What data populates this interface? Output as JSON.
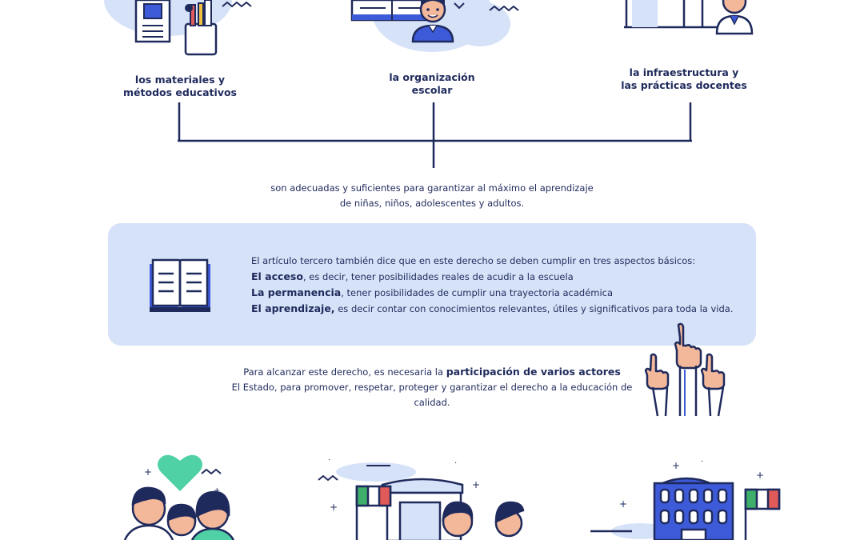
{
  "captions": {
    "materiales_line1": "los materiales y",
    "materiales_line2": "métodos educativos",
    "organizacion_line1": "la organización",
    "organizacion_line2": "escolar",
    "infraestructura_line1": "la infraestructura y",
    "infraestructura_line2": "las prácticas docentes"
  },
  "summary": {
    "line1": "son adecuadas y suficientes para garantizar al máximo el aprendizaje",
    "line2": "de niñas, niños, adolescentes y adultos."
  },
  "panel": {
    "intro": "El artículo tercero también dice que en este derecho se deben cumplir en tres aspectos básicos:",
    "items": [
      {
        "term": "El acceso",
        "rest": ", es decir, tener posibilidades reales de acudir a la escuela"
      },
      {
        "term": "La permanencia",
        "rest": ", tener posibilidades de cumplir una trayectoria académica"
      },
      {
        "term": "El aprendizaje,",
        "rest": " es decir contar con conocimientos relevantes, útiles y significativos para toda la vida."
      }
    ]
  },
  "actors": {
    "line1_prefix": "Para alcanzar este derecho, es necesaria la ",
    "line1_bold": "participación de varios actores",
    "line2": "El Estado, para promover, respetar, proteger y garantizar el derecho a la educación de calidad."
  },
  "colors": {
    "navy": "#1f2a5c",
    "blue": "#3d5bd9",
    "light_blue": "#d6e2f8",
    "green": "#4fd1a5",
    "red": "#e05a5a",
    "flag_green": "#3fae6a",
    "skin": "#f3b89a"
  },
  "icons": [
    "newspaper-icon",
    "pencil-cup-icon",
    "open-book-icon",
    "teacher-icon",
    "school-door-icon",
    "raised-hands-icon",
    "family-icon",
    "heart-icon",
    "school-building-icon",
    "mexico-flag-icon",
    "government-building-icon"
  ]
}
